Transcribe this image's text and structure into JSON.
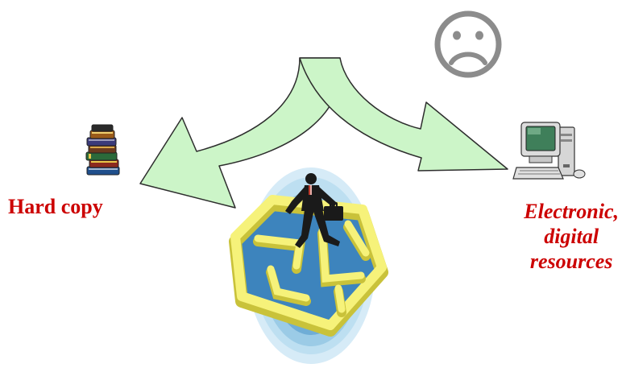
{
  "labels": {
    "left": "Hard copy",
    "right": [
      "Electronic,",
      "digital",
      "resources"
    ]
  },
  "colors": {
    "arrow_fill": "#ccf5c8",
    "arrow_stroke": "#2d2d2d",
    "label_text": "#cc0000",
    "sad_face": "#8c8c8c",
    "maze_top": "#f6f27a",
    "maze_side": "#c9c23a",
    "maze_floor": "#4c93c4",
    "halo": "#a9d2ec",
    "suit": "#1a1a1a"
  },
  "icons": {
    "mood": "sad-face-icon",
    "left": "book-stack-icon",
    "right": "desktop-computer-icon",
    "center": "businessman-in-maze-icon"
  }
}
